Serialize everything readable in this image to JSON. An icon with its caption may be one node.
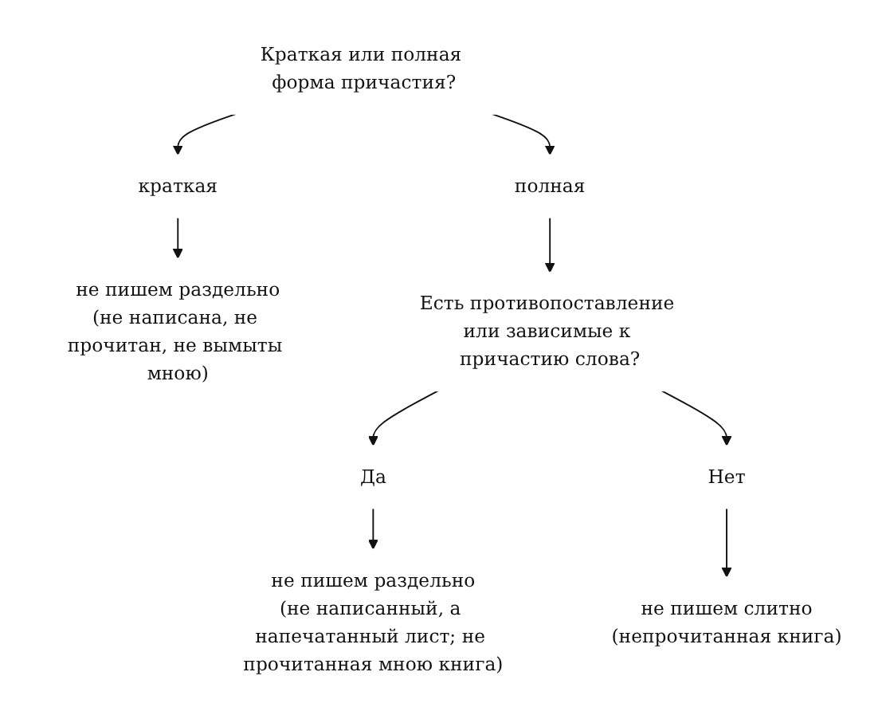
{
  "diagram": {
    "nodes": [
      {
        "text": [
          "Краткая или полная форма причастия?"
        ]
      },
      {
        "text": [
          "краткая"
        ]
      },
      {
        "text": [
          "полная"
        ]
      },
      {
        "text": [
          "не пишем раздельно",
          "(не написана, не прочитан, не вымыты мною)"
        ]
      },
      {
        "text": [
          "Есть противопоставление или зависимые к причастию слова?"
        ]
      },
      {
        "text": [
          "Да"
        ]
      },
      {
        "text": [
          "Нет"
        ]
      },
      {
        "text": [
          "не пишем раздельно",
          "(не написанный, а напечатанный лист; не прочитанная мною книга)"
        ]
      },
      {
        "text": [
          "не пишем слитно",
          "(непрочитанная книга)"
        ]
      }
    ],
    "edges": [
      {
        "from": 0,
        "to": 1,
        "arrow": "to"
      },
      {
        "from": 0,
        "to": 2,
        "arrow": "to"
      },
      {
        "from": 1,
        "to": 3,
        "arrow": "to"
      },
      {
        "from": 2,
        "to": 4,
        "arrow": "to"
      },
      {
        "from": 4,
        "to": 5,
        "arrow": "to"
      },
      {
        "from": 4,
        "to": 6,
        "arrow": "to"
      },
      {
        "from": 5,
        "to": 7,
        "arrow": "to"
      },
      {
        "from": 6,
        "to": 8,
        "arrow": "to"
      }
    ]
  }
}
